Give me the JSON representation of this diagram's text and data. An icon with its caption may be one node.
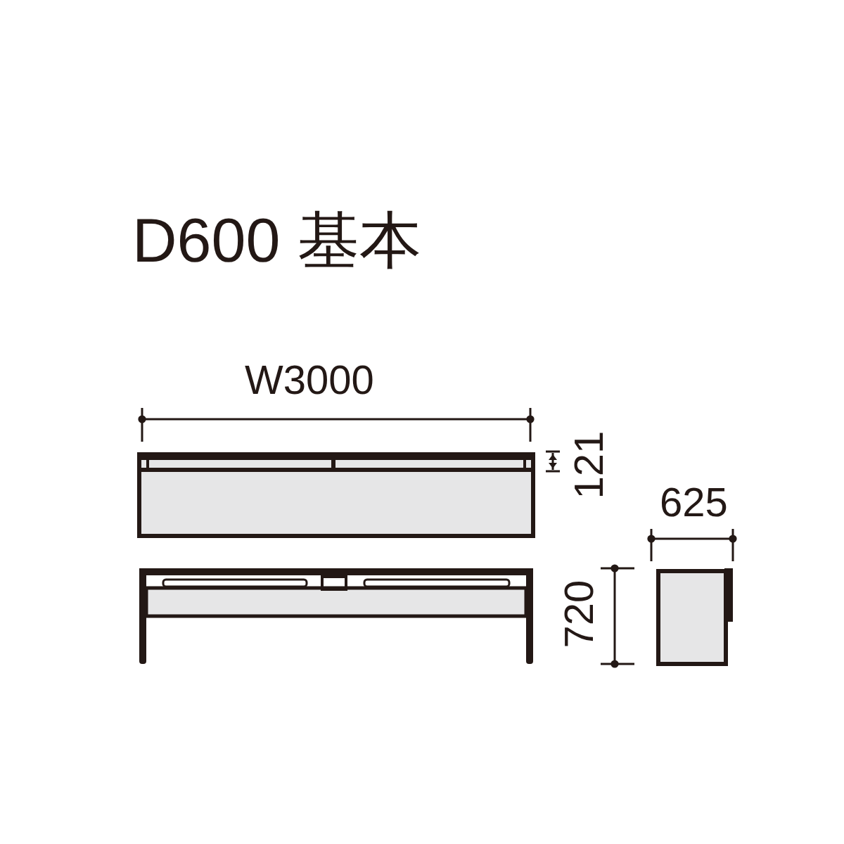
{
  "diagram": {
    "title": "D600 基本",
    "labels": [
      "W3000",
      "121",
      "625",
      "720"
    ]
  }
}
